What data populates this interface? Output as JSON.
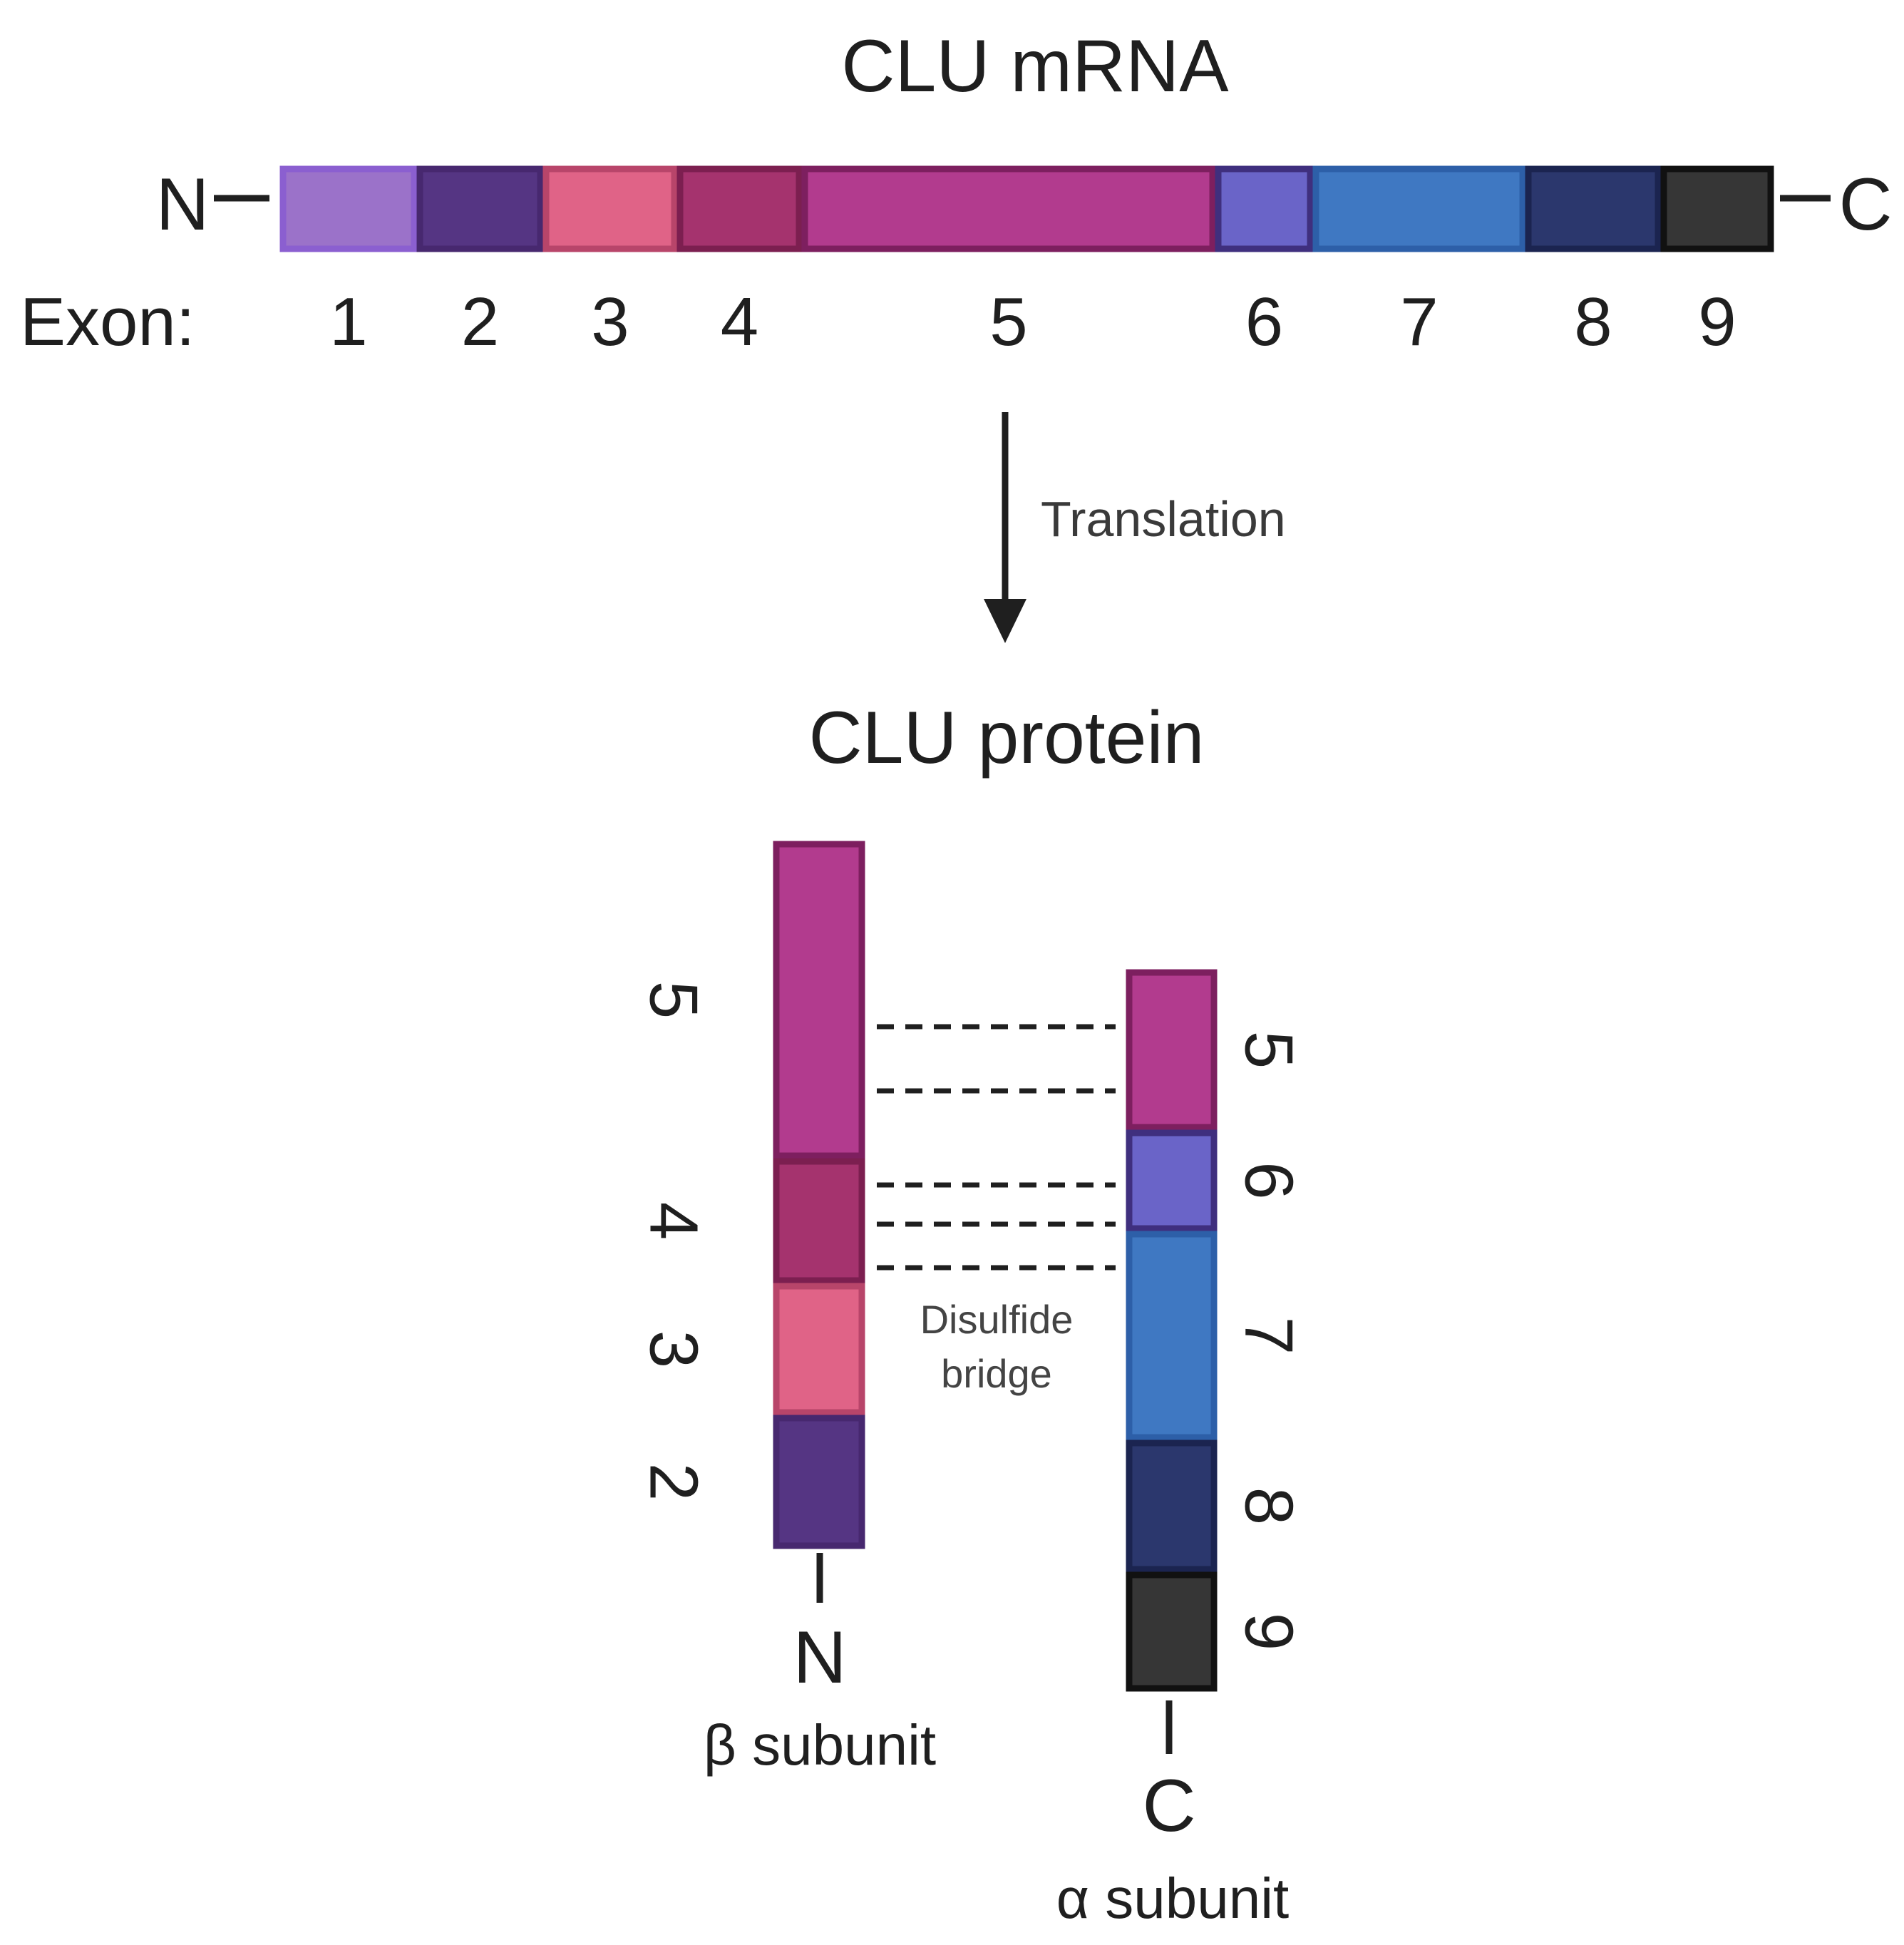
{
  "mrna": {
    "title": "CLU mRNA",
    "n_label": "N",
    "c_label": "C",
    "exon_label": "Exon:",
    "exons": [
      {
        "num": "1",
        "color": "#9b72c9",
        "border": "#8b5fd0"
      },
      {
        "num": "2",
        "color": "#553583",
        "border": "#47286f"
      },
      {
        "num": "3",
        "color": "#e06387",
        "border": "#b8456a"
      },
      {
        "num": "4",
        "color": "#a5336e",
        "border": "#7c1f50"
      },
      {
        "num": "5",
        "color": "#b23b8e",
        "border": "#7d1f5f"
      },
      {
        "num": "6",
        "color": "#6a64c8",
        "border": "#3f2f7e"
      },
      {
        "num": "7",
        "color": "#3f78c2",
        "border": "#2d5fa8"
      },
      {
        "num": "8",
        "color": "#2b376d",
        "border": "#1b2450"
      },
      {
        "num": "9",
        "color": "#363636",
        "border": "#111111"
      }
    ]
  },
  "arrow": {
    "label": "Translation"
  },
  "protein": {
    "title": "CLU protein",
    "beta": {
      "label": "β subunit",
      "end_label": "N",
      "segments": [
        {
          "num": "5",
          "color": "#b23b8e",
          "border": "#7d1f5f"
        },
        {
          "num": "4",
          "color": "#a5336e",
          "border": "#7c1f50"
        },
        {
          "num": "3",
          "color": "#e06387",
          "border": "#b8456a"
        },
        {
          "num": "2",
          "color": "#553583",
          "border": "#47286f"
        }
      ]
    },
    "alpha": {
      "label": "α subunit",
      "end_label": "C",
      "segments": [
        {
          "num": "5",
          "color": "#b23b8e",
          "border": "#7d1f5f"
        },
        {
          "num": "6",
          "color": "#6a64c8",
          "border": "#3f2f7e"
        },
        {
          "num": "7",
          "color": "#3f78c2",
          "border": "#2d5fa8"
        },
        {
          "num": "8",
          "color": "#2b376d",
          "border": "#1b2450"
        },
        {
          "num": "9",
          "color": "#363636",
          "border": "#111111"
        }
      ]
    },
    "bridge": {
      "line1": "Disulfide",
      "line2": "bridge"
    }
  }
}
